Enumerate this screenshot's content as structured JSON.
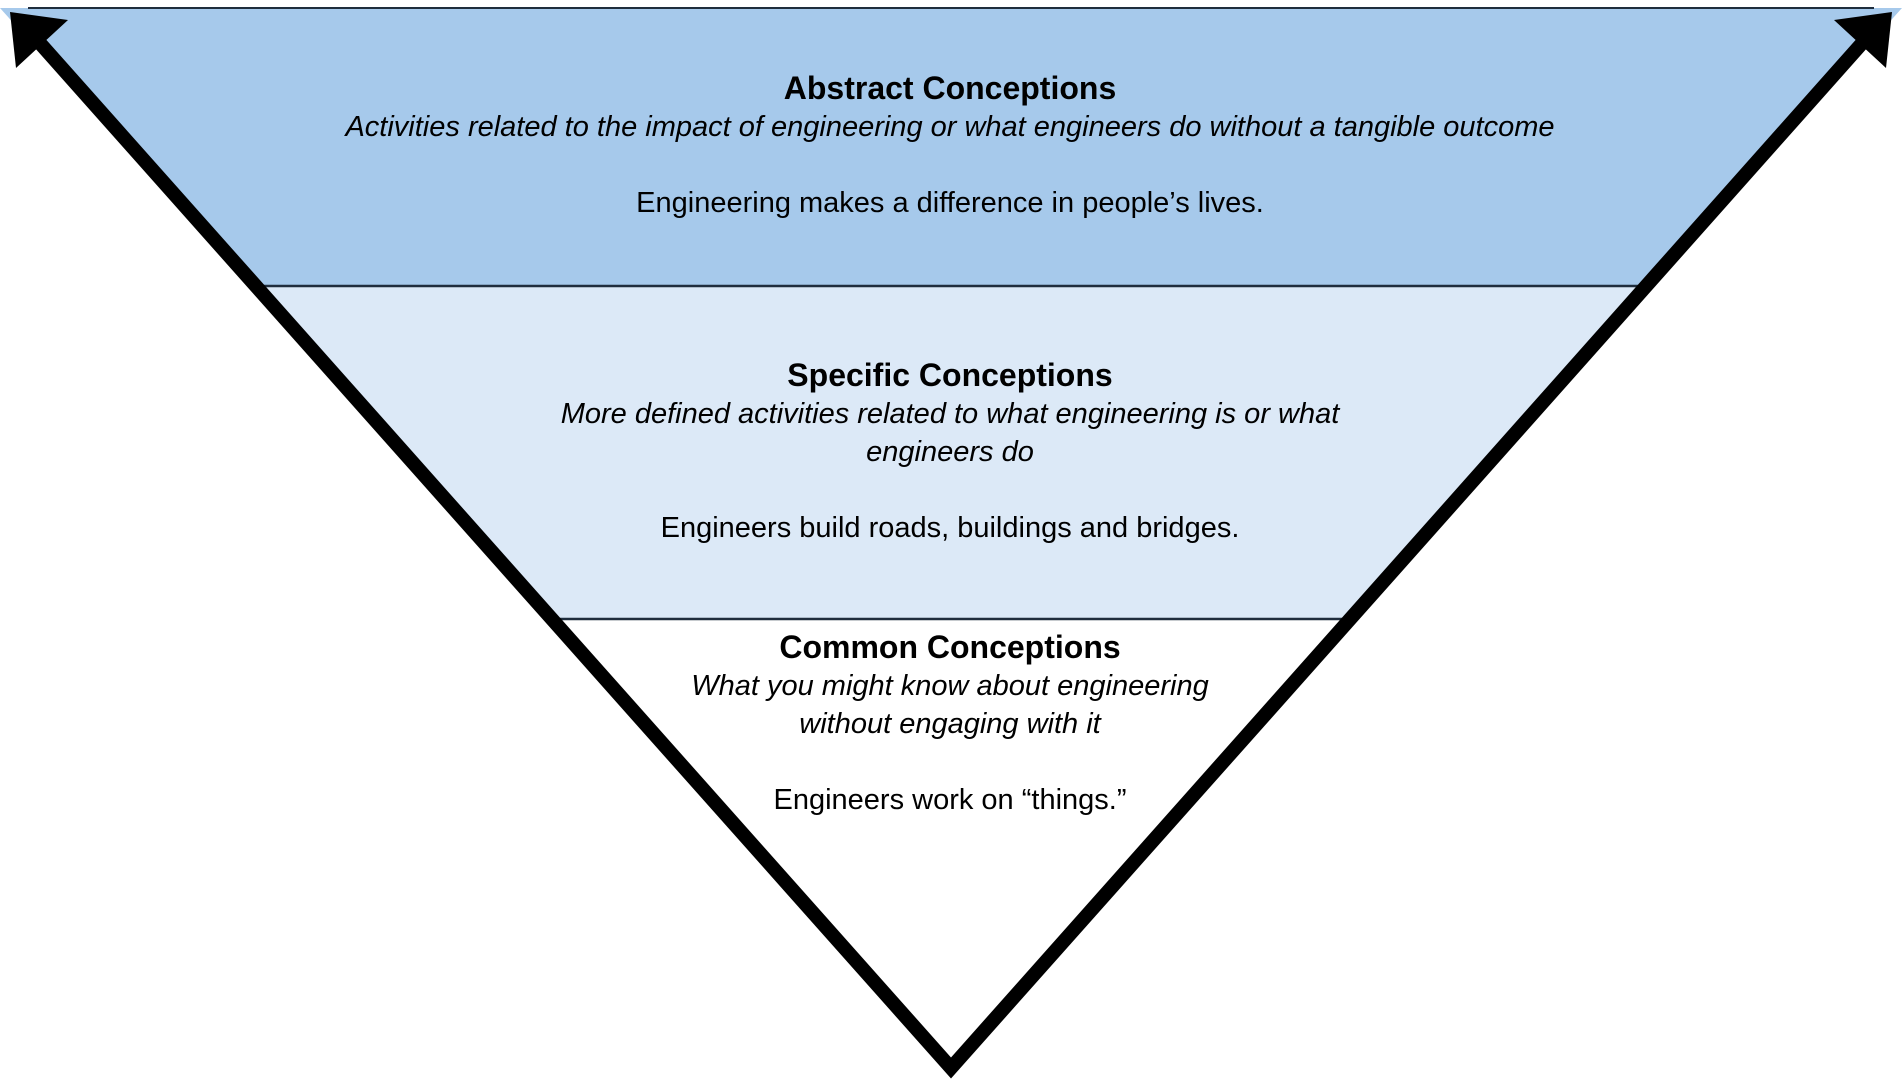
{
  "colors": {
    "abstract_fill": "#a6c9eb",
    "specific_fill": "#dce9f7",
    "common_fill": "#ffffff",
    "outline": "#000000",
    "divider": "#1f2d3d"
  },
  "tiers": {
    "abstract": {
      "title": "Abstract Conceptions",
      "description": "Activities related to the impact of engineering or what engineers do without a tangible outcome",
      "example": "Engineering makes a difference in people’s lives."
    },
    "specific": {
      "title": "Specific Conceptions",
      "description": "More defined activities related to what engineering is or what engineers do",
      "example": "Engineers build roads, buildings and bridges."
    },
    "common": {
      "title": "Common Conceptions",
      "description": "What you might know about engineering without engaging with it",
      "example": "Engineers work on “things.”"
    }
  }
}
